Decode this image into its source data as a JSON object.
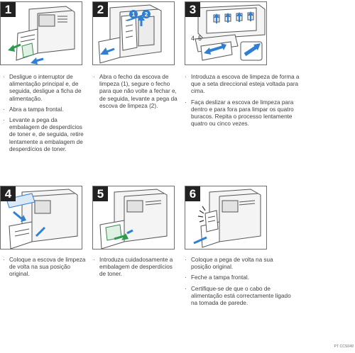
{
  "steps": [
    {
      "number": "1",
      "instructions": [
        "Desligue o interruptor de alimentação principal e, de seguida, desligue a ficha de alimentação.",
        "Abra a tampa frontal.",
        "Levante a pega da embalagem de desperdícios de toner e, de seguida, retire lentamente a embalagem de desperdícios de toner."
      ]
    },
    {
      "number": "2",
      "callouts": [
        "1",
        "2"
      ],
      "instructions": [
        "Abra o fecho da escova de limpeza (1), segure o fecho para que não volte a fechar e, de seguida, levante a pega da escova de limpeza (2)."
      ]
    },
    {
      "number": "3",
      "callout_text": "4–5",
      "instructions": [
        "Introduza a escova de limpeza de forma a que a seta direccional esteja voltada para cima.",
        "Faça deslizar a escova de limpeza para dentro e para fora para limpar os quatro buracos. Repita o processo lentamente quatro ou cinco vezes."
      ]
    },
    {
      "number": "4",
      "instructions": [
        "Coloque a escova de limpeza de volta na sua posição original."
      ]
    },
    {
      "number": "5",
      "instructions": [
        "Introduza cuidadosamente a embalagem de desperdícios de toner."
      ]
    },
    {
      "number": "6",
      "instructions": [
        "Coloque a pega de volta na sua posição original.",
        "Feche a tampa frontal.",
        "Certifique-se de que o cabo de alimentação está correctamente ligado na tomada de parede."
      ]
    }
  ],
  "footer": {
    "doc_code": "PT CCS049"
  },
  "colors": {
    "accent_blue": "#2f7fd3",
    "badge_bg": "#222222",
    "line": "#555555"
  }
}
